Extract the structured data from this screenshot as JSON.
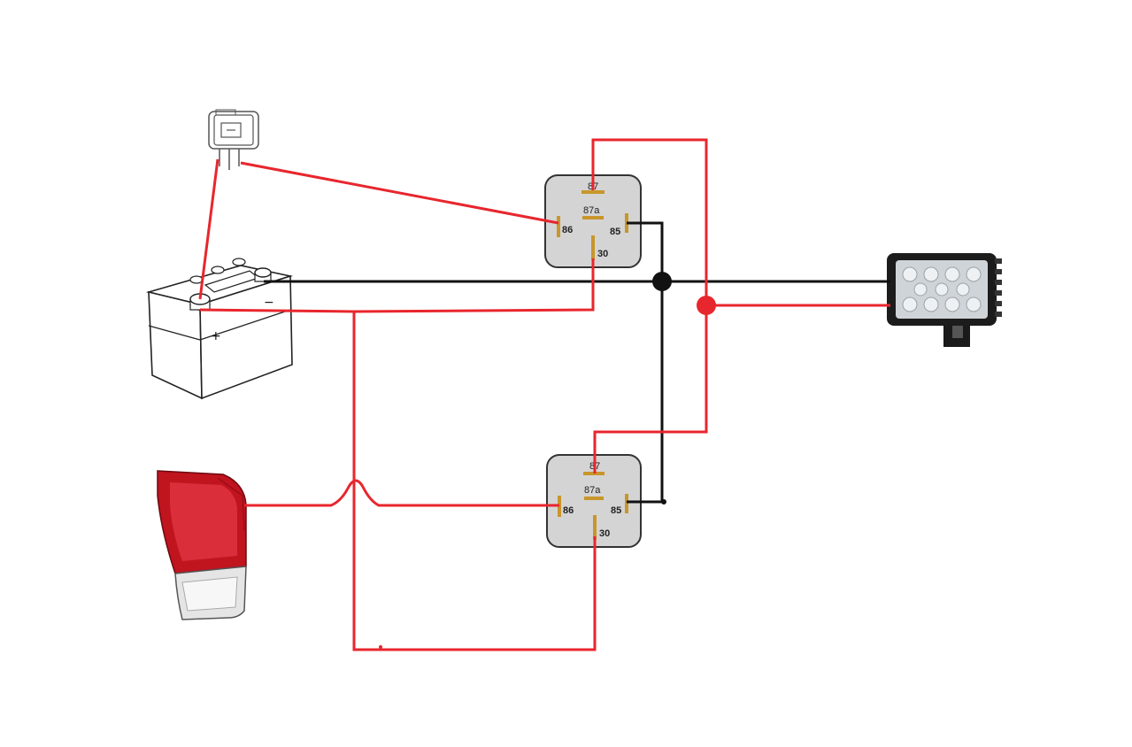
{
  "colors": {
    "positive_wire": "#e8262d",
    "ground_wire": "#111111",
    "relay_body": "#d4d4d4",
    "relay_pin": "#c8962a"
  },
  "battery": {
    "icon": "car-battery-icon",
    "positive_sign": "+",
    "negative_sign": "−"
  },
  "switch": {
    "icon": "rocker-switch-icon"
  },
  "relays": [
    {
      "name": "relay-upper",
      "pins": {
        "p87": "87",
        "p87a": "87a",
        "p86": "86",
        "p85": "85",
        "p30": "30"
      }
    },
    {
      "name": "relay-lower",
      "pins": {
        "p87": "87",
        "p87a": "87a",
        "p86": "86",
        "p85": "85",
        "p30": "30"
      }
    }
  ],
  "work_light": {
    "icon": "led-work-light-icon"
  },
  "tail_light": {
    "icon": "tail-light-icon"
  }
}
